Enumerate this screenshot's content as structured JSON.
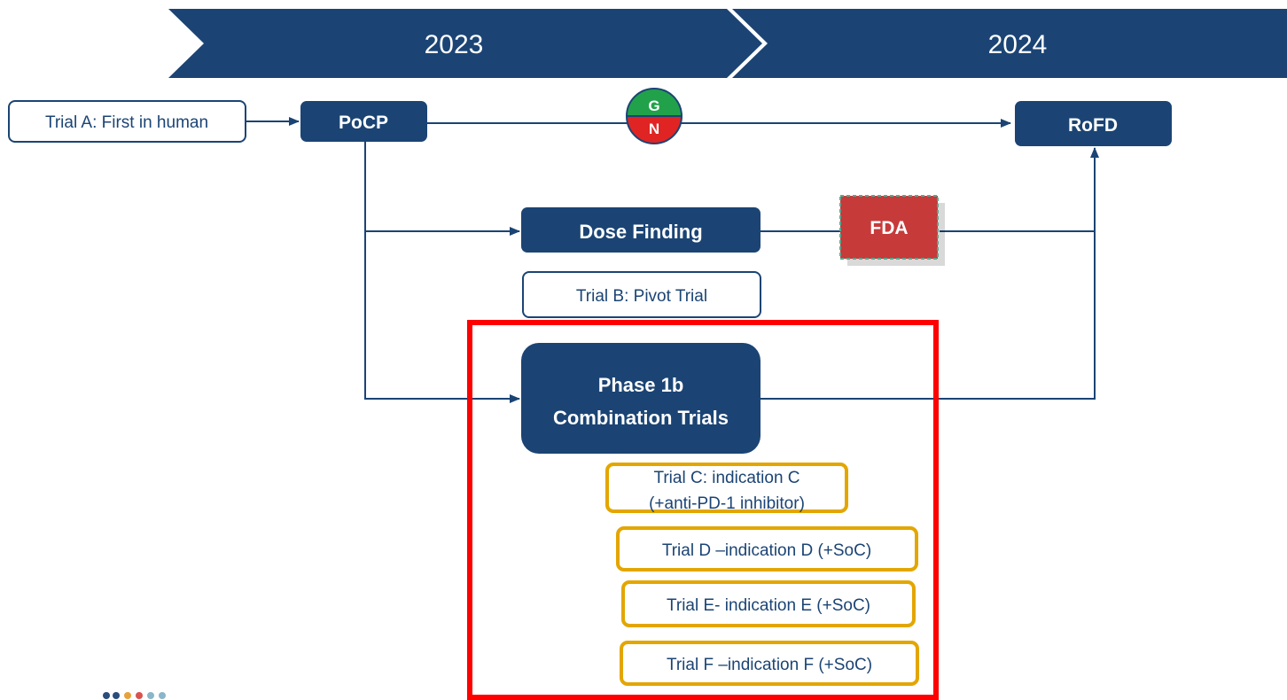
{
  "timeline": {
    "year_1": "2023",
    "year_2": "2024"
  },
  "nodes": {
    "trial_a": "Trial A: First in human",
    "pocp": "PoCP",
    "rofd": "RoFD",
    "dose_finding": "Dose Finding",
    "fda": "FDA",
    "trial_b": "Trial B: Pivot Trial",
    "phase1b_line1": "Phase 1b",
    "phase1b_line2": "Combination Trials",
    "trial_c_line1": "Trial C: indication C",
    "trial_c_line2": "(+anti-PD-1 inhibitor)",
    "trial_d": "Trial D –indication D (+SoC)",
    "trial_e": "Trial E- indication E (+SoC)",
    "trial_f": "Trial F –indication F (+SoC)"
  },
  "decision": {
    "top": "G",
    "bottom": "N"
  },
  "colors": {
    "navy": "#1b4474",
    "fda_red": "#c73a3a",
    "decision_green": "#21a24a",
    "decision_red": "#e02424",
    "highlight_red": "#ff0000",
    "trial_outline_gold": "#e3a600",
    "logo_colors": [
      "#2a4d7d",
      "#e8a23b",
      "#d9534f",
      "#8ab6c9"
    ]
  }
}
